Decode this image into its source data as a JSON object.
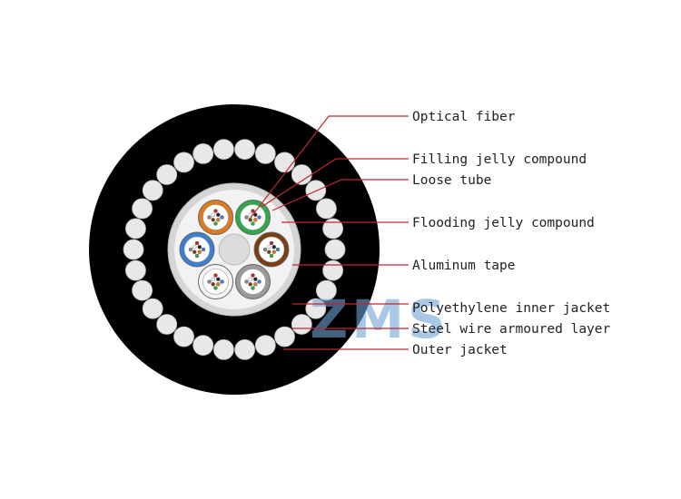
{
  "labels": {
    "optical_fiber": "Optical fiber",
    "filling_jelly": "Filling jelly compound",
    "loose_tube": "Loose tube",
    "flooding_jelly": "Flooding jelly compound",
    "aluminum_tape": "Aluminum tape",
    "pe_inner_jacket": "Polyethylene inner jacket",
    "steel_wire": "Steel wire armoured layer",
    "outer_jacket": "Outer jacket"
  },
  "watermark": {
    "text": "ZMS"
  },
  "colors": {
    "outer_jacket": "#000000",
    "armour_wire": "#e8e8e8",
    "armour_wire_stroke": "#bbbbbb",
    "aluminum_tape": "#d5d5d5",
    "core_fill": "#f2f2f2",
    "leader_line": "#c0272d",
    "label_text": "#222222",
    "watermark": "#6fa4d6",
    "tube_orange": "#e07a1c",
    "tube_green": "#2eaa4a",
    "tube_blue": "#3b7fd1",
    "tube_brown": "#7a3e12",
    "tube_white": "#f5f5f5",
    "tube_gray": "#9a9a9a",
    "central_member": "#dcdcdc"
  }
}
